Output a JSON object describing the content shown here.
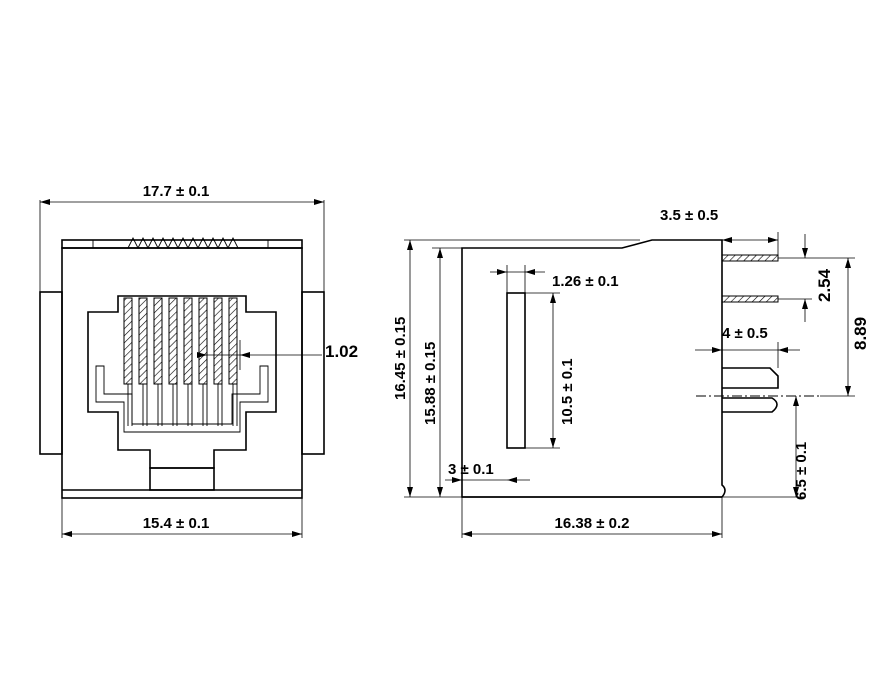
{
  "front_view": {
    "overall_width": "17.7 ± 0.1",
    "body_width": "15.4 ± 0.1",
    "pin_pitch": "1.02"
  },
  "side_view": {
    "overall_height": "16.45 ± 0.15",
    "body_height": "15.88 ± 0.15",
    "slot_width": "1.26 ± 0.1",
    "slot_length": "10.5 ± 0.1",
    "lead_length": "3.5 ± 0.5",
    "lead_pitch": "2.54",
    "lead_span": "8.89",
    "post_length": "4 ± 0.5",
    "post_offset": "6.5 ± 0.1",
    "edge_offset": "3 ± 0.1",
    "body_depth": "16.38 ± 0.2"
  }
}
